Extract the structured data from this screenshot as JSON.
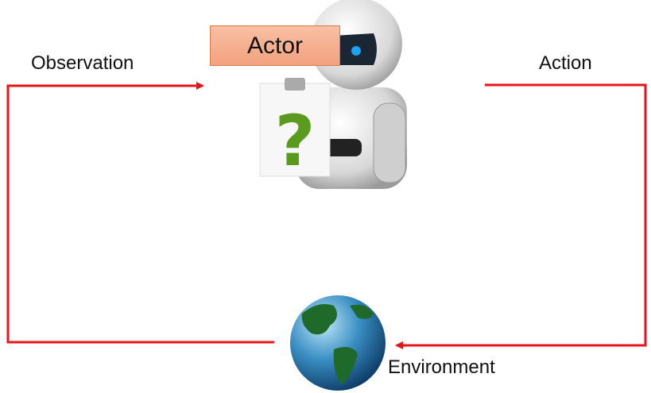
{
  "labels": {
    "observation": "Observation",
    "action": "Action",
    "environment": "Environment",
    "actor": "Actor",
    "question_mark": "?"
  },
  "colors": {
    "arrow": "#e8141b",
    "actor_fill": "#f4ad8b",
    "question": "#5a9a1c"
  }
}
